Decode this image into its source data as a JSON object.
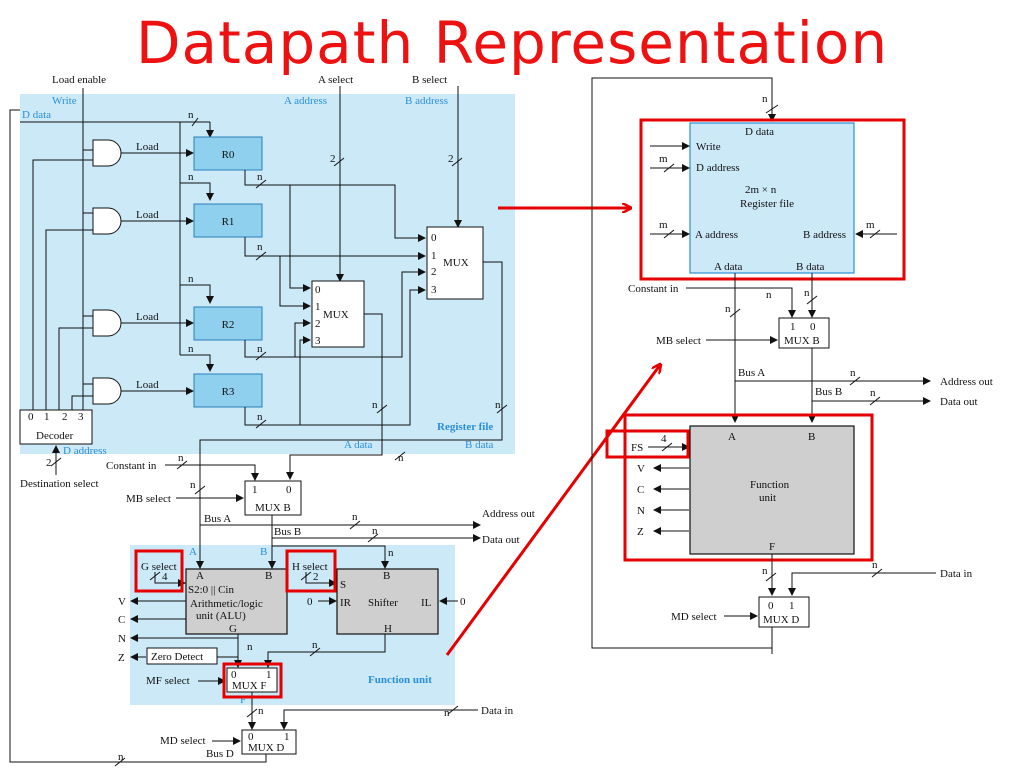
{
  "title": "Datapath Representation",
  "left": {
    "load_enable": "Load enable",
    "a_select": "A select",
    "b_select": "B select",
    "write": "Write",
    "a_address": "A address",
    "b_address": "B address",
    "d_data": "D data",
    "load": "Load",
    "registers": [
      "R0",
      "R1",
      "R2",
      "R3"
    ],
    "n": "n",
    "two": "2",
    "four": "4",
    "mux": "MUX",
    "mux_inputs": [
      "0",
      "1",
      "2",
      "3"
    ],
    "decoder": "Decoder",
    "decoder_outputs": [
      "0",
      "1",
      "2",
      "3"
    ],
    "d_address": "D address",
    "destination_select": "Destination select",
    "register_file": "Register file",
    "a_data": "A data",
    "b_data": "B data",
    "constant_in": "Constant in",
    "mb_select": "MB select",
    "mux_b": "MUX B",
    "bus_a": "Bus A",
    "bus_b": "Bus B",
    "address_out": "Address out",
    "data_out": "Data out",
    "letter_a": "A",
    "letter_b": "B",
    "g_select": "G select",
    "h_select": "H select",
    "alu_a": "A",
    "alu_b": "B",
    "alu_s": "S2:0 || Cin",
    "alu_name1": "Arithmetic/logic",
    "alu_name2": "unit (ALU)",
    "alu_g": "G",
    "shift_s": "S",
    "shift_b": "B",
    "shift_ir": "IR",
    "shift_il": "IL",
    "shifter": "Shifter",
    "shift_h": "H",
    "zero": "0",
    "flags": [
      "V",
      "C",
      "N",
      "Z"
    ],
    "zero_detect": "Zero Detect",
    "mf_select": "MF select",
    "mux_f": "MUX F",
    "mux01": [
      "0",
      "1"
    ],
    "letter_f": "F",
    "function_unit": "Function unit",
    "data_in": "Data in",
    "md_select": "MD select",
    "mux_d": "MUX D",
    "bus_d": "Bus D"
  },
  "right": {
    "n": "n",
    "m": "m",
    "d_data": "D data",
    "write": "Write",
    "d_address": "D address",
    "reg_size": "2m × n",
    "register_file": "Register file",
    "a_address": "A address",
    "b_address": "B address",
    "a_data": "A data",
    "b_data": "B data",
    "constant_in": "Constant in",
    "mb_select": "MB select",
    "mux_b": "MUX B",
    "mux10": [
      "1",
      "0"
    ],
    "bus_a": "Bus A",
    "bus_b": "Bus B",
    "address_out": "Address out",
    "data_out": "Data out",
    "fs": "FS",
    "four": "4",
    "fu_a": "A",
    "fu_b": "B",
    "function": "Function",
    "unit": "unit",
    "fu_f": "F",
    "flags": [
      "V",
      "C",
      "N",
      "Z"
    ],
    "data_in": "Data in",
    "md_select": "MD select",
    "mux_d": "MUX D",
    "mux01": [
      "0",
      "1"
    ]
  },
  "colors": {
    "title": "#ee1111",
    "highlight": "#e60000",
    "shade": "#cce9f7",
    "register": "#8fd0ee",
    "unit": "#cfcfcf",
    "blue_text": "#2a8fd8"
  }
}
